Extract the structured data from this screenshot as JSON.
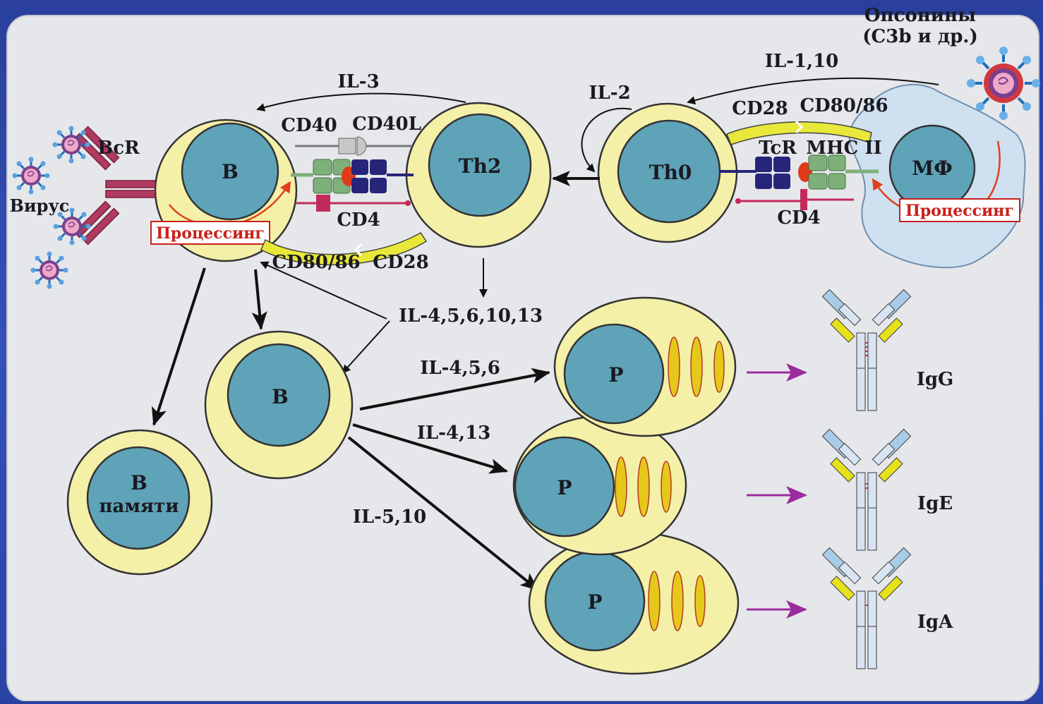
{
  "labels": {
    "opsonins_line1": "Опсонины",
    "opsonins_line2": "(C3b и др.)",
    "il_1_10": "IL-1,10",
    "il_3": "IL-3",
    "il_2": "IL-2",
    "cd28_top": "CD28",
    "cd80_86_top": "CD80/86",
    "cd40": "CD40",
    "cd40l": "CD40L",
    "bcr": "BcR",
    "virus": "Вирус",
    "tcr": "TcR",
    "mhc2": "MHC II",
    "cd4_left": "CD4",
    "cd4_right": "CD4",
    "cd80_86_bottom": "CD80/86",
    "cd28_bottom": "CD28",
    "processing_left": "Процессинг",
    "processing_right": "Процессинг",
    "il_4_5_6_10_13": "IL-4,5,6,10,13",
    "il_4_5_6": "IL-4,5,6",
    "il_4_13": "IL-4,13",
    "il_5_10": "IL-5,10"
  },
  "cells": {
    "b_main": "B",
    "th2": "Th2",
    "th0": "Th0",
    "macrophage": "МФ",
    "b_second": "B",
    "memory_line1": "B",
    "memory_line2": "памяти",
    "plasma_1": "P",
    "plasma_2": "P",
    "plasma_3": "P"
  },
  "antibodies": {
    "igg": "IgG",
    "ige": "IgE",
    "iga": "IgA"
  },
  "colors": {
    "background_frame": "#3451b8",
    "panel": "#e6e8ec",
    "cell_cytoplasm": "#f5f0a8",
    "nucleus": "#5fa3b8",
    "macrophage": "#cfe0f0",
    "receptor_green": "#7fb07a",
    "receptor_navy": "#27257a",
    "antibody_pink": "#c22a5a",
    "processing_red": "#c8201a",
    "arrow_purple": "#9a2c9e"
  }
}
